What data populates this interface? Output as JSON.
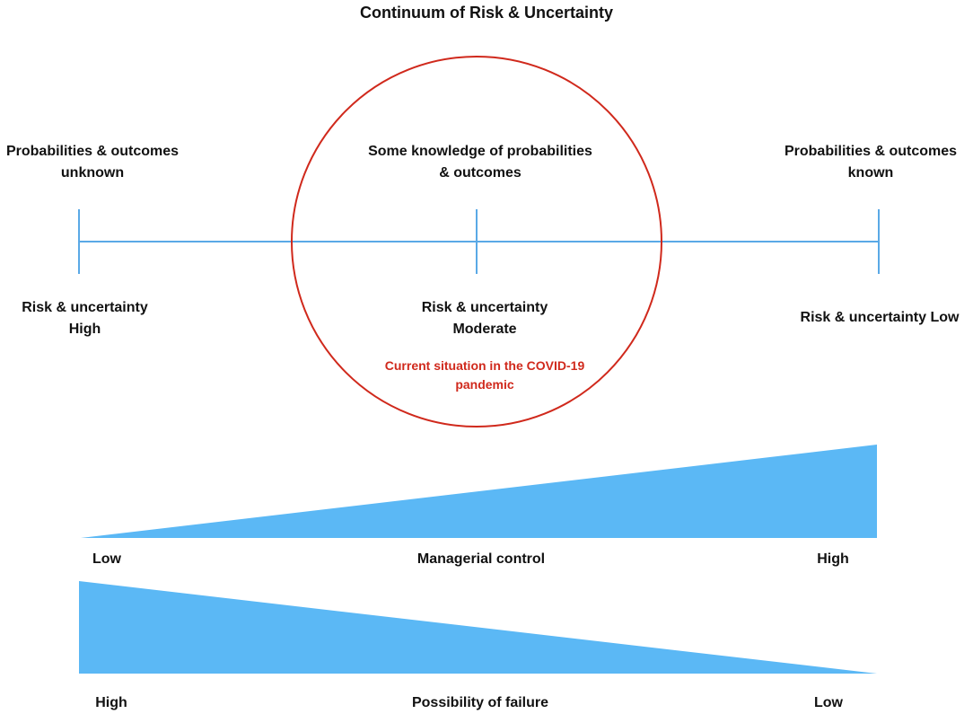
{
  "title": "Continuum of Risk & Uncertainty",
  "colors": {
    "line": "#5aa9e6",
    "fill": "#5bb8f5",
    "circle": "#d0291c",
    "text": "#111111",
    "highlight_text": "#d0291c"
  },
  "continuum": {
    "left": {
      "top_line1": "Probabilities & outcomes",
      "top_line2": "unknown",
      "bottom_line1": "Risk & uncertainty",
      "bottom_line2": "High"
    },
    "middle": {
      "top_line1": "Some knowledge of probabilities",
      "top_line2": "& outcomes",
      "bottom_line1": "Risk & uncertainty",
      "bottom_line2": "Moderate",
      "note_line1": "Current situation in the COVID-19",
      "note_line2": "pandemic"
    },
    "right": {
      "top_line1": "Probabilities & outcomes",
      "top_line2": "known",
      "bottom_line1": "Risk & uncertainty Low"
    }
  },
  "managerial_control": {
    "left": "Low",
    "center": "Managerial control",
    "right": "High"
  },
  "failure": {
    "left": "High",
    "center": "Possibility of failure",
    "right": "Low"
  }
}
